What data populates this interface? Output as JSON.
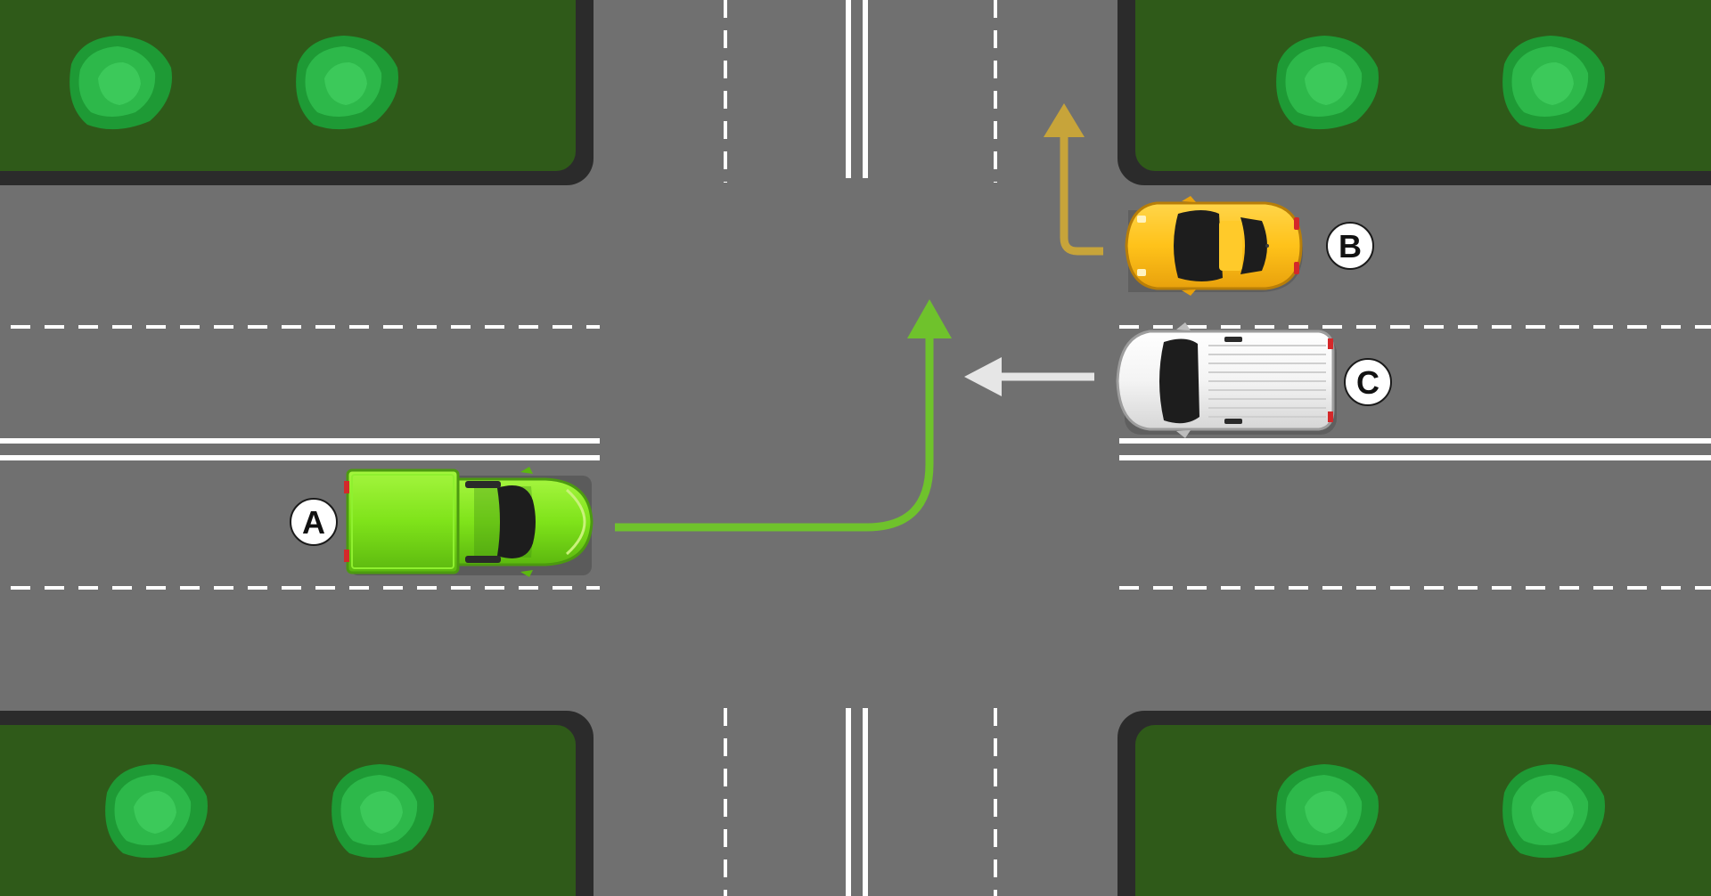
{
  "colors": {
    "road": "#707070",
    "grass": "#2f5a19",
    "curb": "#2b2b2b",
    "lane_marking": "#ffffff",
    "tree_outer": "#1e9a35",
    "tree_inner": "#2db84a",
    "truck_green": "#7fe31a",
    "car_yellow": "#ffc21a",
    "van_white": "#f4f4f4",
    "path_green": "#6fc22c",
    "path_gold": "#c7a43a",
    "arrow_gray": "#e6e6e6"
  },
  "vehicles": [
    {
      "id": "A",
      "label": "A",
      "type": "pickup-truck",
      "color": "green",
      "maneuver": "left-turn"
    },
    {
      "id": "B",
      "label": "B",
      "type": "car",
      "color": "yellow",
      "maneuver": "right-turn"
    },
    {
      "id": "C",
      "label": "C",
      "type": "van",
      "color": "white",
      "maneuver": "straight"
    }
  ]
}
